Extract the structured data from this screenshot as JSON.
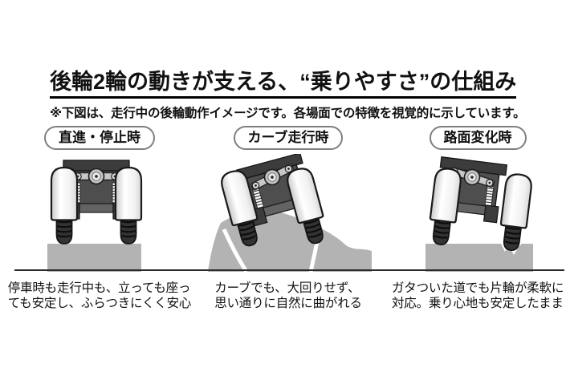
{
  "header": {
    "title": "後輪2輪の動きが支える、“乗りやすさ”の仕組み",
    "note": "※下図は、走行中の後輪動作イメージです。各場面での特徴を視覚的に示しています。"
  },
  "panels": [
    {
      "label": "直進・停止時",
      "illustration": "rear-wheels-straight-illustration",
      "caption_line1": "停車時も走行中も、立っても座っ",
      "caption_line2": "ても安定し、ふらつきにくく安心"
    },
    {
      "label": "カーブ走行時",
      "illustration": "rear-wheels-curve-illustration",
      "caption_line1": "カーブでも、大回りせず、",
      "caption_line2": "思い通りに自然に曲がれる"
    },
    {
      "label": "路面変化時",
      "illustration": "rear-wheels-bump-illustration",
      "caption_line1": "ガタついた道でも片輪が柔軟に",
      "caption_line2": "対応。乗り心地も安定したまま"
    }
  ],
  "colors": {
    "background": "#ffffff",
    "text": "#111111",
    "title_underline": "#000000",
    "pill_border": "#7f7f7f",
    "divider": "#2a2a2a",
    "frame_dark": "#3c3c3c",
    "body_gray": "#4e4e4e",
    "linkage_gray": "#c8c8c8",
    "tire_dark": "#333333",
    "fender_light": "#ececec",
    "road_gray": "#b3b3b3",
    "road_marking": "#ffffff"
  }
}
